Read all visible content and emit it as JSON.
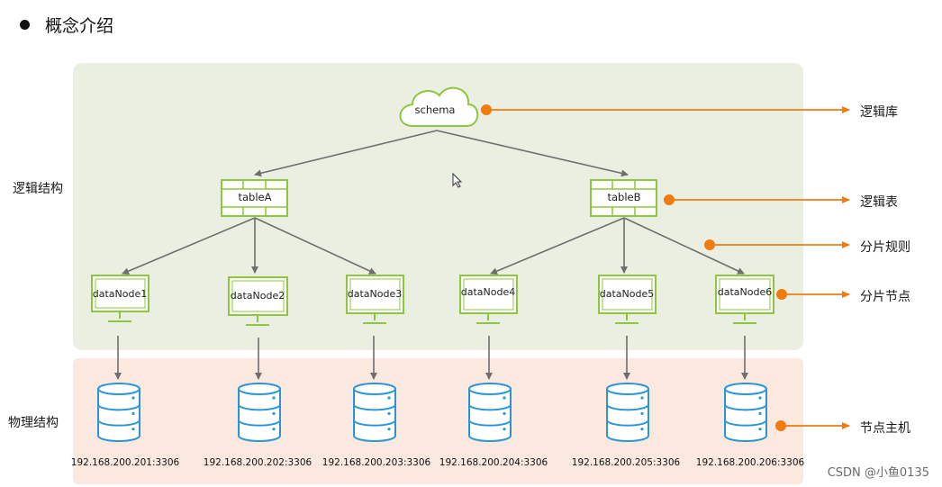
{
  "heading": "概念介绍",
  "sections": {
    "logical": "逻辑结构",
    "physical": "物理结构"
  },
  "schema": {
    "label": "schema"
  },
  "tables": [
    {
      "label": "tableA"
    },
    {
      "label": "tableB"
    }
  ],
  "data_nodes": [
    {
      "label": "dataNode1"
    },
    {
      "label": "dataNode2"
    },
    {
      "label": "dataNode3"
    },
    {
      "label": "dataNode4"
    },
    {
      "label": "dataNode5"
    },
    {
      "label": "dataNode6"
    }
  ],
  "hosts": [
    {
      "address": "192.168.200.201:3306"
    },
    {
      "address": "192.168.200.202:3306"
    },
    {
      "address": "192.168.200.203:3306"
    },
    {
      "address": "192.168.200.204:3306"
    },
    {
      "address": "192.168.200.205:3306"
    },
    {
      "address": "192.168.200.206:3306"
    }
  ],
  "annotations": {
    "logical_db": "逻辑库",
    "logical_table": "逻辑表",
    "shard_rule": "分片规则",
    "shard_node": "分片节点",
    "node_host": "节点主机"
  },
  "watermark": "CSDN @小鱼0135",
  "colors": {
    "green": "#8dc63f",
    "orange": "#f07c10",
    "arrow": "#6e6e6e",
    "logic_bg": "#eaefe2",
    "phys_bg": "#fbe9e0",
    "db_blue": "#2a96d6"
  }
}
